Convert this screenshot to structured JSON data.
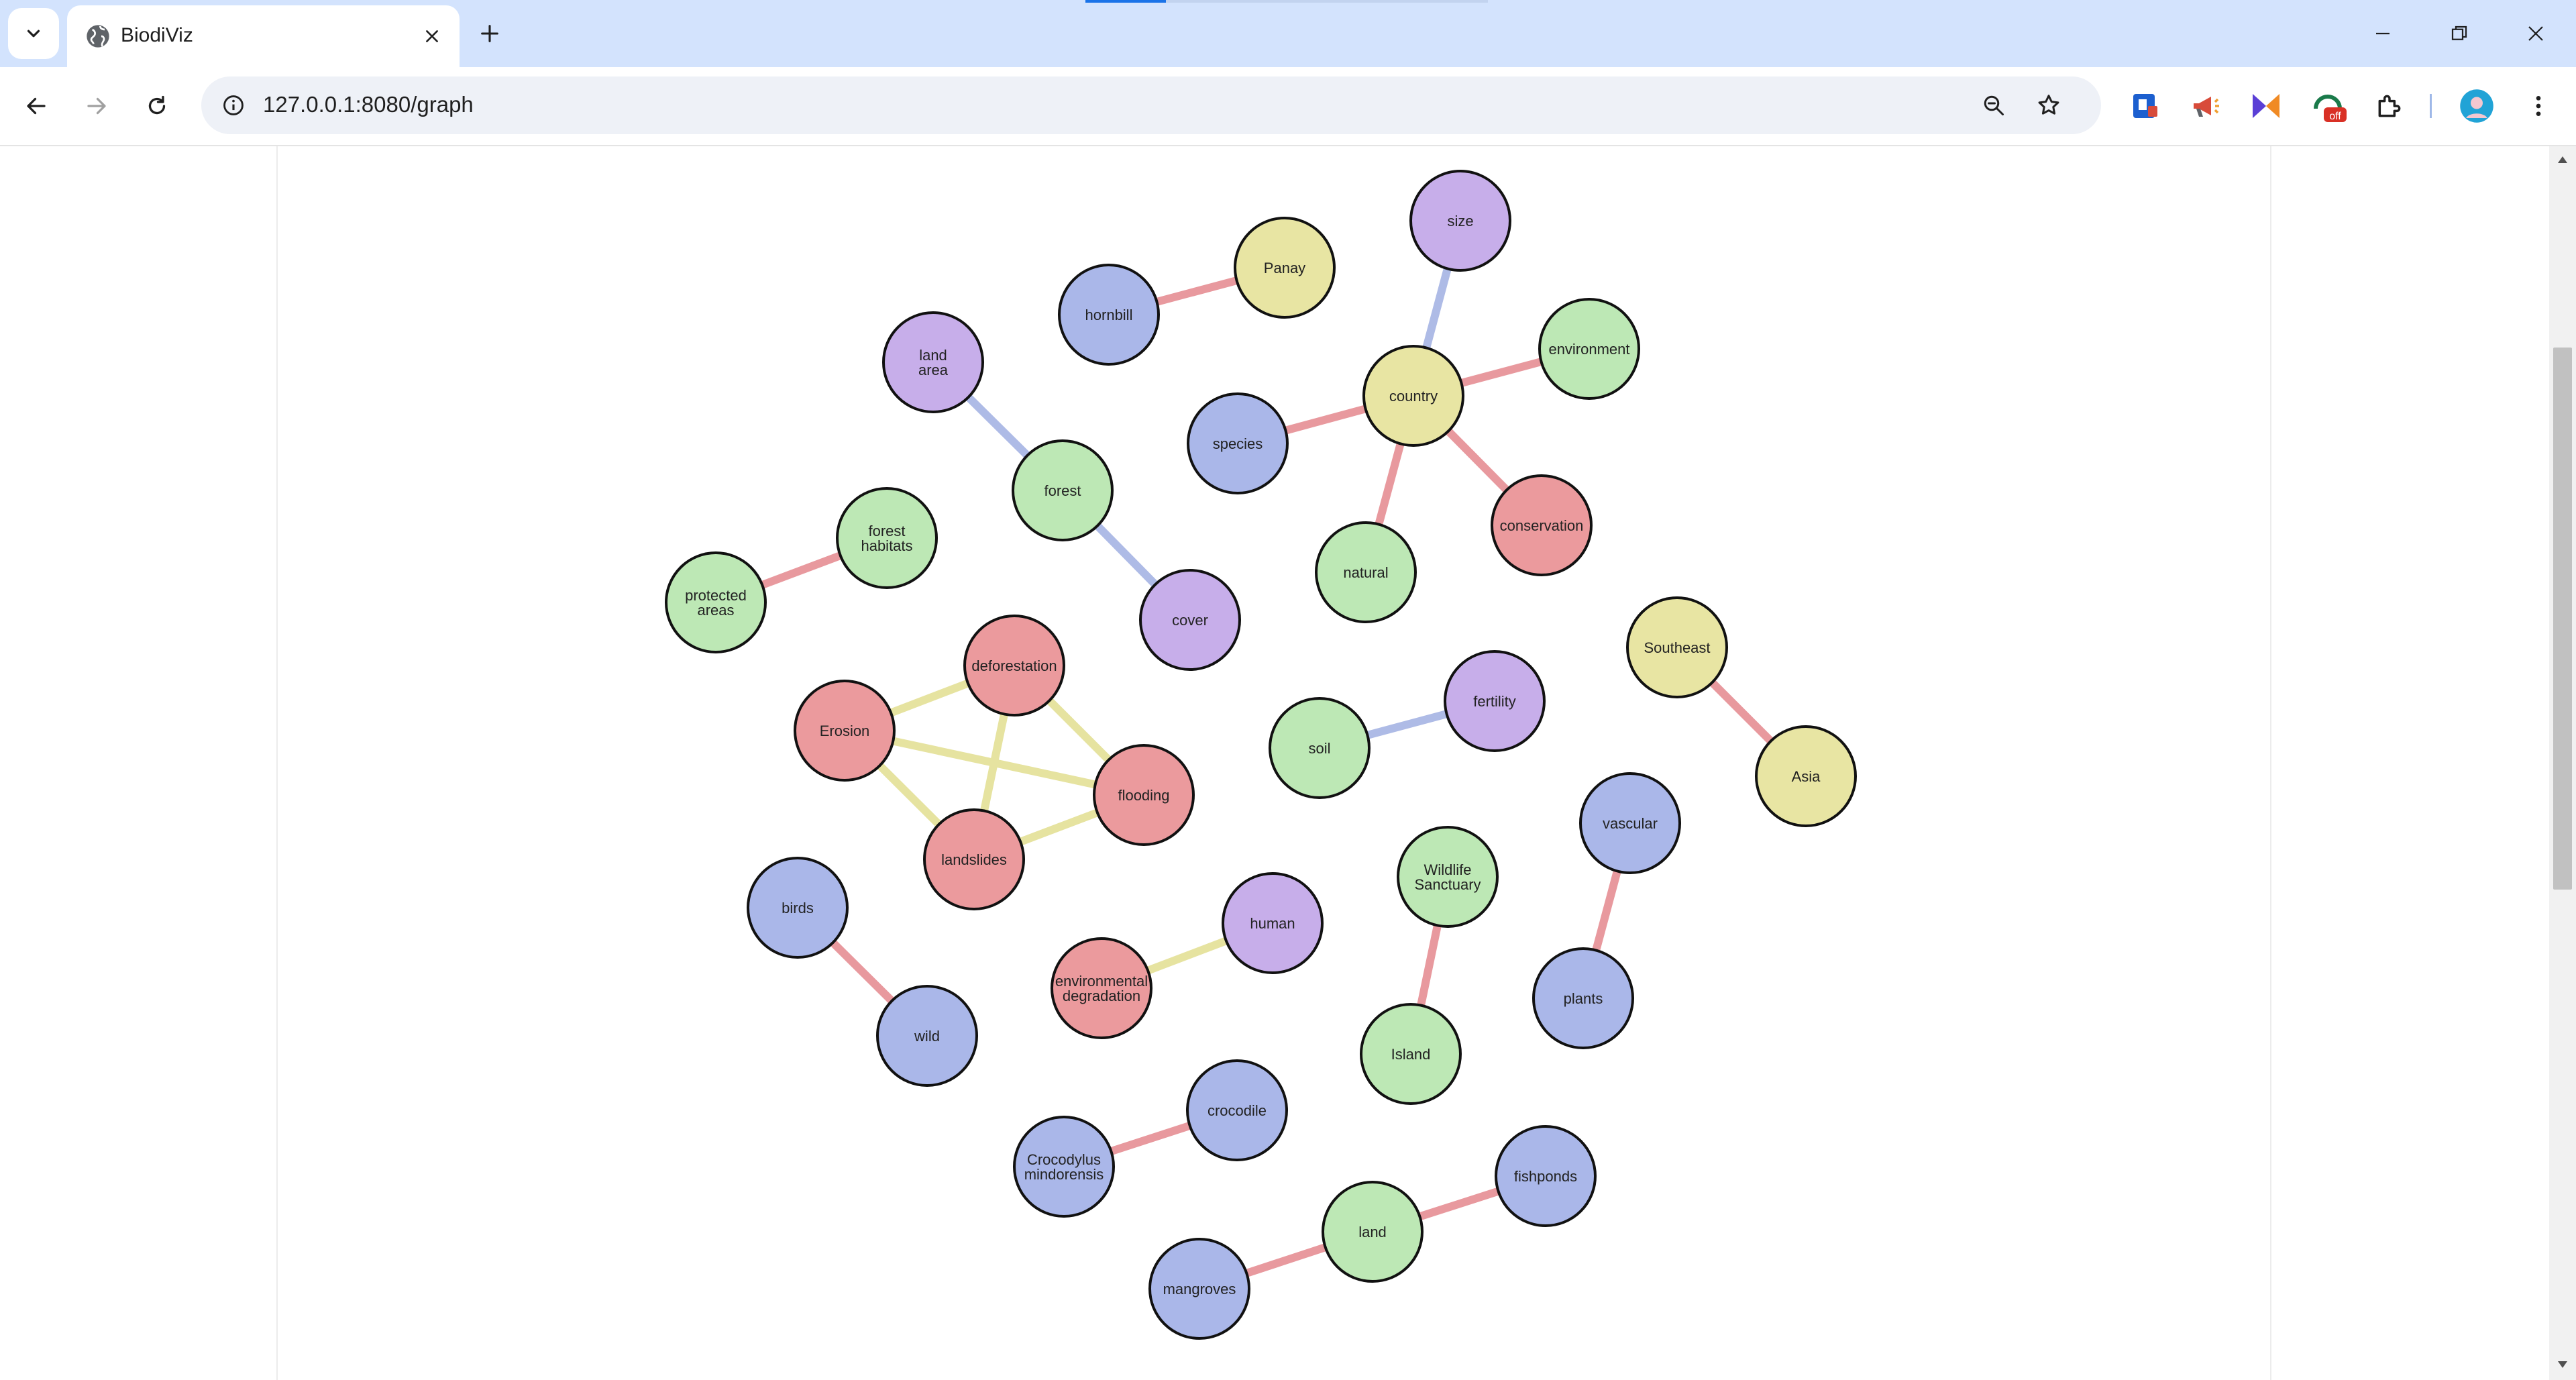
{
  "browser": {
    "tab_title": "BiodiViz",
    "url": "127.0.0.1:8080/graph"
  },
  "colors": {
    "titlebar_bg": "#d3e3fd",
    "node_green": "#bde8b5",
    "node_blue": "#aab7e9",
    "node_purple": "#c7aeea",
    "node_yellow": "#e8e5a3",
    "node_red": "#eb9a9d",
    "edge_red": "#e8999e",
    "edge_blue": "#aebbe6",
    "edge_yellow": "#e6e3a0",
    "node_stroke": "#111111"
  },
  "graph": {
    "nodes": [
      {
        "id": "size",
        "lines": [
          "size"
        ],
        "color": "purple"
      },
      {
        "id": "panay",
        "lines": [
          "Panay"
        ],
        "color": "yellow"
      },
      {
        "id": "hornbill",
        "lines": [
          "hornbill"
        ],
        "color": "blue"
      },
      {
        "id": "land_area",
        "lines": [
          "land",
          "area"
        ],
        "color": "purple"
      },
      {
        "id": "environment",
        "lines": [
          "environment"
        ],
        "color": "green"
      },
      {
        "id": "country",
        "lines": [
          "country"
        ],
        "color": "yellow"
      },
      {
        "id": "species",
        "lines": [
          "species"
        ],
        "color": "blue"
      },
      {
        "id": "forest",
        "lines": [
          "forest"
        ],
        "color": "green"
      },
      {
        "id": "forest_habitats",
        "lines": [
          "forest",
          "habitats"
        ],
        "color": "green"
      },
      {
        "id": "conservation",
        "lines": [
          "conservation"
        ],
        "color": "red"
      },
      {
        "id": "protected_areas",
        "lines": [
          "protected",
          "areas"
        ],
        "color": "green"
      },
      {
        "id": "natural",
        "lines": [
          "natural"
        ],
        "color": "green"
      },
      {
        "id": "cover",
        "lines": [
          "cover"
        ],
        "color": "purple"
      },
      {
        "id": "southeast",
        "lines": [
          "Southeast"
        ],
        "color": "yellow"
      },
      {
        "id": "deforestation",
        "lines": [
          "deforestation"
        ],
        "color": "red"
      },
      {
        "id": "fertility",
        "lines": [
          "fertility"
        ],
        "color": "purple"
      },
      {
        "id": "erosion",
        "lines": [
          "Erosion"
        ],
        "color": "red"
      },
      {
        "id": "soil",
        "lines": [
          "soil"
        ],
        "color": "green"
      },
      {
        "id": "asia",
        "lines": [
          "Asia"
        ],
        "color": "yellow"
      },
      {
        "id": "flooding",
        "lines": [
          "flooding"
        ],
        "color": "red"
      },
      {
        "id": "vascular",
        "lines": [
          "vascular"
        ],
        "color": "blue"
      },
      {
        "id": "landslides",
        "lines": [
          "landslides"
        ],
        "color": "red"
      },
      {
        "id": "wildlife_sanctuary",
        "lines": [
          "Wildlife",
          "Sanctuary"
        ],
        "color": "green"
      },
      {
        "id": "birds",
        "lines": [
          "birds"
        ],
        "color": "blue"
      },
      {
        "id": "human",
        "lines": [
          "human"
        ],
        "color": "purple"
      },
      {
        "id": "environmental_degradation",
        "lines": [
          "environmental",
          "degradation"
        ],
        "color": "red"
      },
      {
        "id": "plants",
        "lines": [
          "plants"
        ],
        "color": "blue"
      },
      {
        "id": "wild",
        "lines": [
          "wild"
        ],
        "color": "blue"
      },
      {
        "id": "island",
        "lines": [
          "Island"
        ],
        "color": "green"
      },
      {
        "id": "crocodile",
        "lines": [
          "crocodile"
        ],
        "color": "blue"
      },
      {
        "id": "crocodylus_mindorensis",
        "lines": [
          "Crocodylus",
          "mindorensis"
        ],
        "color": "blue"
      },
      {
        "id": "fishponds",
        "lines": [
          "fishponds"
        ],
        "color": "blue"
      },
      {
        "id": "land",
        "lines": [
          "land"
        ],
        "color": "green"
      },
      {
        "id": "mangroves",
        "lines": [
          "mangroves"
        ],
        "color": "blue"
      }
    ],
    "edges": [
      {
        "source": "hornbill",
        "target": "panay",
        "color": "red"
      },
      {
        "source": "size",
        "target": "country",
        "color": "blue"
      },
      {
        "source": "country",
        "target": "environment",
        "color": "red"
      },
      {
        "source": "species",
        "target": "country",
        "color": "red"
      },
      {
        "source": "country",
        "target": "conservation",
        "color": "red"
      },
      {
        "source": "country",
        "target": "natural",
        "color": "red"
      },
      {
        "source": "land_area",
        "target": "forest",
        "color": "blue"
      },
      {
        "source": "forest",
        "target": "cover",
        "color": "blue"
      },
      {
        "source": "protected_areas",
        "target": "forest_habitats",
        "color": "red"
      },
      {
        "source": "erosion",
        "target": "deforestation",
        "color": "yellow"
      },
      {
        "source": "erosion",
        "target": "flooding",
        "color": "yellow"
      },
      {
        "source": "erosion",
        "target": "landslides",
        "color": "yellow"
      },
      {
        "source": "deforestation",
        "target": "flooding",
        "color": "yellow"
      },
      {
        "source": "deforestation",
        "target": "landslides",
        "color": "yellow"
      },
      {
        "source": "landslides",
        "target": "flooding",
        "color": "yellow"
      },
      {
        "source": "soil",
        "target": "fertility",
        "color": "blue"
      },
      {
        "source": "southeast",
        "target": "asia",
        "color": "red"
      },
      {
        "source": "vascular",
        "target": "plants",
        "color": "red"
      },
      {
        "source": "wildlife_sanctuary",
        "target": "island",
        "color": "red"
      },
      {
        "source": "birds",
        "target": "wild",
        "color": "red"
      },
      {
        "source": "environmental_degradation",
        "target": "human",
        "color": "yellow"
      },
      {
        "source": "crocodylus_mindorensis",
        "target": "crocodile",
        "color": "red"
      },
      {
        "source": "mangroves",
        "target": "land",
        "color": "red"
      },
      {
        "source": "land",
        "target": "fishponds",
        "color": "red"
      }
    ]
  }
}
